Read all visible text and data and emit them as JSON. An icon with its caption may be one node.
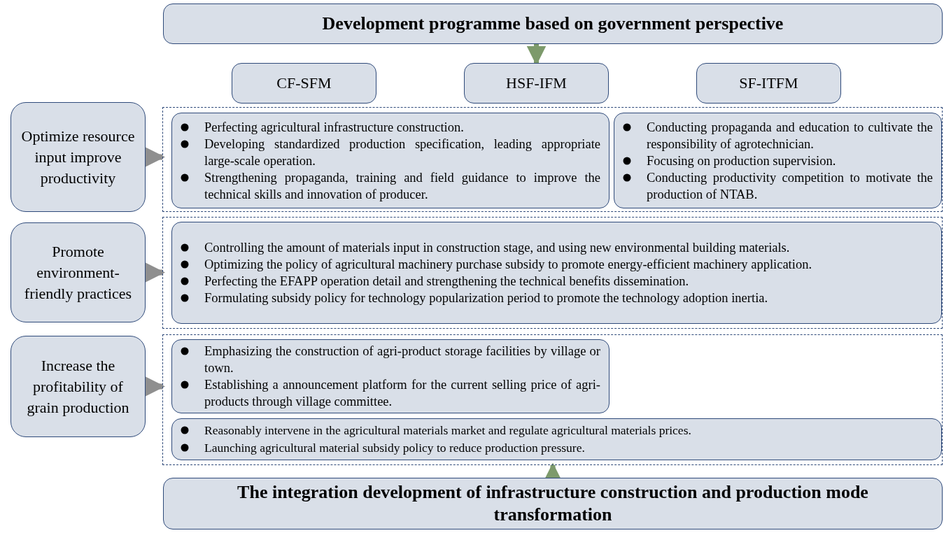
{
  "diagram": {
    "nodes": [
      {
        "text": [
          "Development programme based on government perspective"
        ]
      },
      {
        "text": [
          "CF-SFM"
        ]
      },
      {
        "text": [
          "HSF-IFM"
        ]
      },
      {
        "text": [
          "SF-ITFM"
        ]
      },
      {
        "text": [
          "Optimize resource input improve productivity"
        ]
      },
      {
        "text": [],
        "shape": "box"
      },
      {
        "text": [
          "Perfecting agricultural infrastructure construction.",
          "Developing standardized production specification, leading appropriate large-scale operation.",
          "Strengthening propaganda, training and field guidance to improve the technical skills and innovation of producer."
        ],
        "in": 5
      },
      {
        "text": [
          "Conducting propaganda and education to cultivate the responsibility of agrotechnician.",
          "Focusing on production supervision.",
          "Conducting productivity competition to motivate the production of NTAB."
        ],
        "in": 5
      },
      {
        "text": [
          "Promote environment-friendly practices"
        ]
      },
      {
        "text": [],
        "shape": "box"
      },
      {
        "text": [
          "Controlling the amount of materials input in construction stage, and using new environmental building materials.",
          "Optimizing the policy of agricultural machinery purchase subsidy to promote energy-efficient machinery application.",
          "Perfecting the EFAPP operation detail and strengthening the technical benefits dissemination.",
          "Formulating subsidy policy for technology popularization period to promote the technology adoption inertia."
        ],
        "in": 9
      },
      {
        "text": [
          "Increase the profitability of grain production"
        ]
      },
      {
        "text": [],
        "shape": "box"
      },
      {
        "text": [
          "Emphasizing the construction of agri-product storage facilities by village or town.",
          "Establishing a announcement platform for the current selling price of agri-products through village committee."
        ],
        "in": 12
      },
      {
        "text": [
          "Reasonably intervene in the agricultural materials market and regulate agricultural materials prices.",
          "Launching agricultural material subsidy policy to reduce production pressure."
        ],
        "in": 12
      },
      {
        "text": [
          "The integration development of infrastructure construction and production mode transformation"
        ]
      }
    ],
    "edges": [
      {
        "from": 0,
        "to": 2,
        "arrow": "to"
      },
      {
        "from": 4,
        "to": 5,
        "arrow": "to"
      },
      {
        "from": 8,
        "to": 9,
        "arrow": "to"
      },
      {
        "from": 11,
        "to": 12,
        "arrow": "to"
      },
      {
        "from": 15,
        "to": 12,
        "arrow": "to"
      }
    ]
  }
}
